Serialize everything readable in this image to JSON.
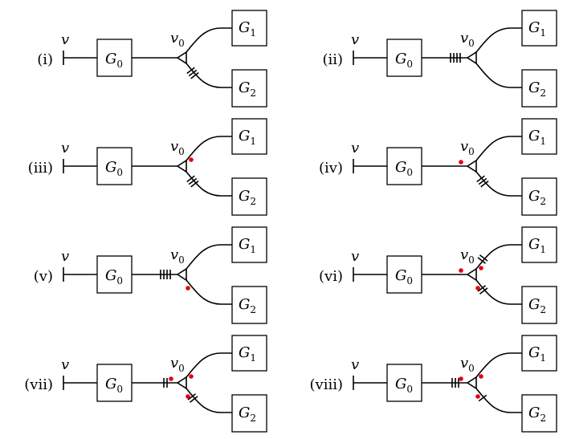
{
  "labels": {
    "v": "v",
    "v0_main": "v",
    "v0_sub": "0",
    "g0_main": "G",
    "g0_sub": "0",
    "g1_main": "G",
    "g1_sub": "1",
    "g2_main": "G",
    "g2_sub": "2"
  },
  "dot_color": "#e4000f",
  "panels": [
    {
      "id": "i",
      "label": "(i)",
      "stem_ticks": 0,
      "upper_ticks": 0,
      "lower_ticks": 3,
      "dot_stem": false,
      "dot_upper": false,
      "dot_lower": false
    },
    {
      "id": "ii",
      "label": "(ii)",
      "stem_ticks": 4,
      "upper_ticks": 0,
      "lower_ticks": 0,
      "dot_stem": false,
      "dot_upper": false,
      "dot_lower": false
    },
    {
      "id": "iii",
      "label": "(iii)",
      "stem_ticks": 0,
      "upper_ticks": 0,
      "lower_ticks": 3,
      "dot_stem": false,
      "dot_upper": true,
      "dot_lower": false
    },
    {
      "id": "iv",
      "label": "(iv)",
      "stem_ticks": 0,
      "upper_ticks": 0,
      "lower_ticks": 3,
      "dot_stem": true,
      "dot_upper": false,
      "dot_lower": false
    },
    {
      "id": "v",
      "label": "(v)",
      "stem_ticks": 4,
      "upper_ticks": 0,
      "lower_ticks": 0,
      "dot_stem": false,
      "dot_upper": false,
      "dot_lower": true
    },
    {
      "id": "vi",
      "label": "(vi)",
      "stem_ticks": 0,
      "upper_ticks": 2,
      "lower_ticks": 2,
      "dot_stem": true,
      "dot_upper": true,
      "dot_lower": true
    },
    {
      "id": "vii",
      "label": "(vii)",
      "stem_ticks": 2,
      "upper_ticks": 0,
      "lower_ticks": 2,
      "dot_stem": true,
      "dot_upper": true,
      "dot_lower": true
    },
    {
      "id": "viii",
      "label": "(viii)",
      "stem_ticks": 3,
      "upper_ticks": 0,
      "lower_ticks": 1,
      "dot_stem": true,
      "dot_upper": true,
      "dot_lower": true
    }
  ]
}
